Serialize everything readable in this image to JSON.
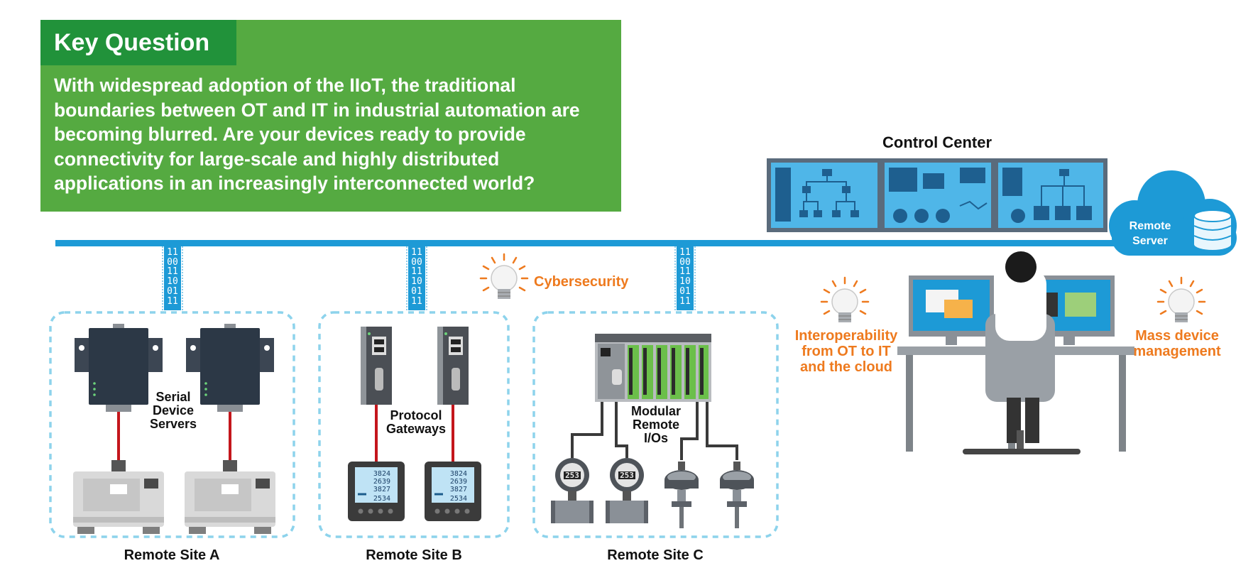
{
  "key_question": {
    "title": "Key Question",
    "lines": [
      "With widespread adoption of the IIoT, the traditional",
      "boundaries between OT and IT in industrial automation are",
      "becoming blurred. Are your devices ready to provide",
      "connectivity for large-scale and highly distributed",
      "applications in an increasingly interconnected world?"
    ]
  },
  "control_center": {
    "label": "Control Center"
  },
  "remote_server": {
    "line1": "Remote",
    "line2": "Server"
  },
  "callouts": {
    "cybersecurity": "Cybersecurity",
    "interoperability": [
      "Interoperability",
      "from OT to IT",
      "and the cloud"
    ],
    "mass_device": [
      "Mass device",
      "management"
    ]
  },
  "sites": [
    {
      "label": "Remote Site A",
      "device_label": [
        "Serial",
        "Device",
        "Servers"
      ]
    },
    {
      "label": "Remote Site B",
      "device_label": [
        "Protocol",
        "Gateways"
      ]
    },
    {
      "label": "Remote Site C",
      "device_label": [
        "Modular",
        "Remote",
        "I/Os"
      ]
    }
  ],
  "binary_stream": [
    "11",
    "00",
    "11",
    "10",
    "01",
    "11"
  ],
  "meter_readings": [
    "3824",
    "2639",
    "3827",
    "2534"
  ],
  "gauge_readout": "253",
  "colors": {
    "green": "#55aa41",
    "dark_green": "#21923a",
    "network_blue": "#1d9ad6",
    "orange": "#ee7a1e",
    "dashed_border": "#8dd3ec"
  },
  "icons": [
    "lightbulb-icon",
    "cloud-icon",
    "database-icon"
  ]
}
